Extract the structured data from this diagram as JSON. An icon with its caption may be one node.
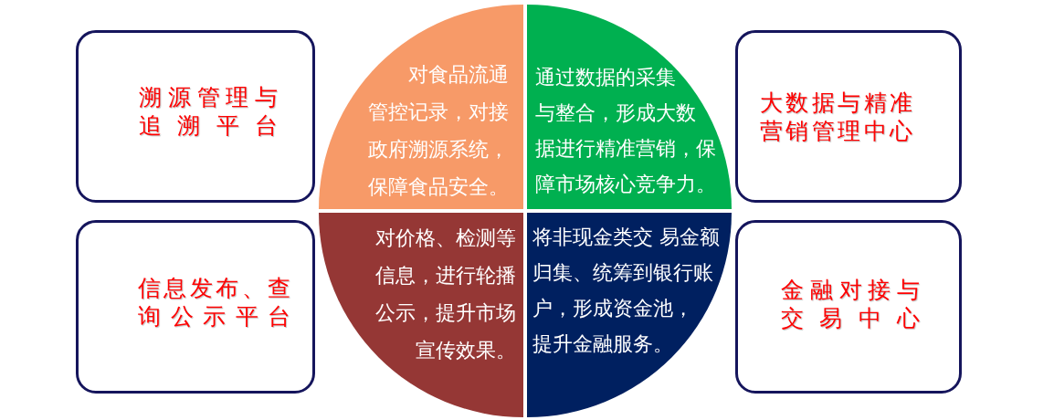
{
  "diagram": {
    "nodes": [
      {
        "text": [
          "溯源管理与追溯平台"
        ]
      },
      {
        "text": [
          "对食品流通管控记录，对接政府溯源系统，保障食品安全。"
        ]
      },
      {
        "text": [
          "通过数据的采集与整合，形成大数据进行精准营销，保障市场核心竞争力。"
        ]
      },
      {
        "text": [
          "大数据与精准营销管理中心"
        ]
      },
      {
        "text": [
          "信息发布、查询公示平台"
        ]
      },
      {
        "text": [
          "对价格、检测等信息，进行轮播公示，提升市场宣传效果。"
        ]
      },
      {
        "text": [
          "将非现金类交 易金额归集、统筹到银行账户，形成资金池，提升金融服务。"
        ]
      },
      {
        "text": [
          "金融对接与交易中心"
        ]
      }
    ]
  }
}
